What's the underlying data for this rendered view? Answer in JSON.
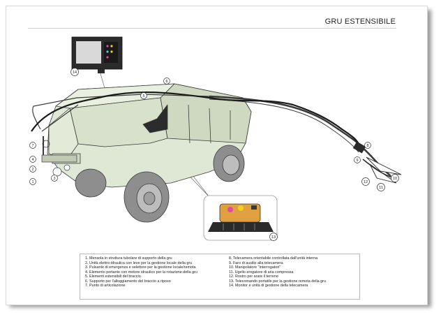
{
  "title": "GRU ESTENSIBILE",
  "callouts": {
    "n1": "1",
    "n2": "2",
    "n3": "3",
    "n4": "4",
    "n5": "5",
    "n6": "6",
    "n7": "7",
    "n8": "8",
    "n9": "9",
    "n10": "10",
    "n11": "11",
    "n12": "12",
    "n13": "13",
    "n14": "14"
  },
  "legend": {
    "left": [
      "1. Mensola in struttura tubolare di supporto della gru",
      "2. Unità elettro-idraulica con leve per la gestione locale della gru",
      "3. Pulsante di emergenza e selettore per la gestione locale/remota",
      "4. Elemento portante con motore idraulico per la rotazione della gru",
      "5. Elementi estensibili del braccio",
      "6. Supporto per l'alloggiamento del braccio a riposo",
      "7. Punto di articolazione"
    ],
    "right": [
      "8. Telecamera orientabile controllata dall'unità interna",
      "9. Faro di ausilio alla telecamera",
      "10. Manipolatore \"interrogatori\"",
      "11. Ugello erogatore di aria compressa",
      "12. Rostro per arare il terreno",
      "13. Telecomando portatile per la gestione remota della gru",
      "14. Monitor e unità di gestione della telecamera"
    ]
  },
  "colors": {
    "vehicle": "#dfe8d4",
    "outline": "#3a3a3a",
    "cable": "#1a1a1a",
    "tire": "#9a9a9a"
  }
}
